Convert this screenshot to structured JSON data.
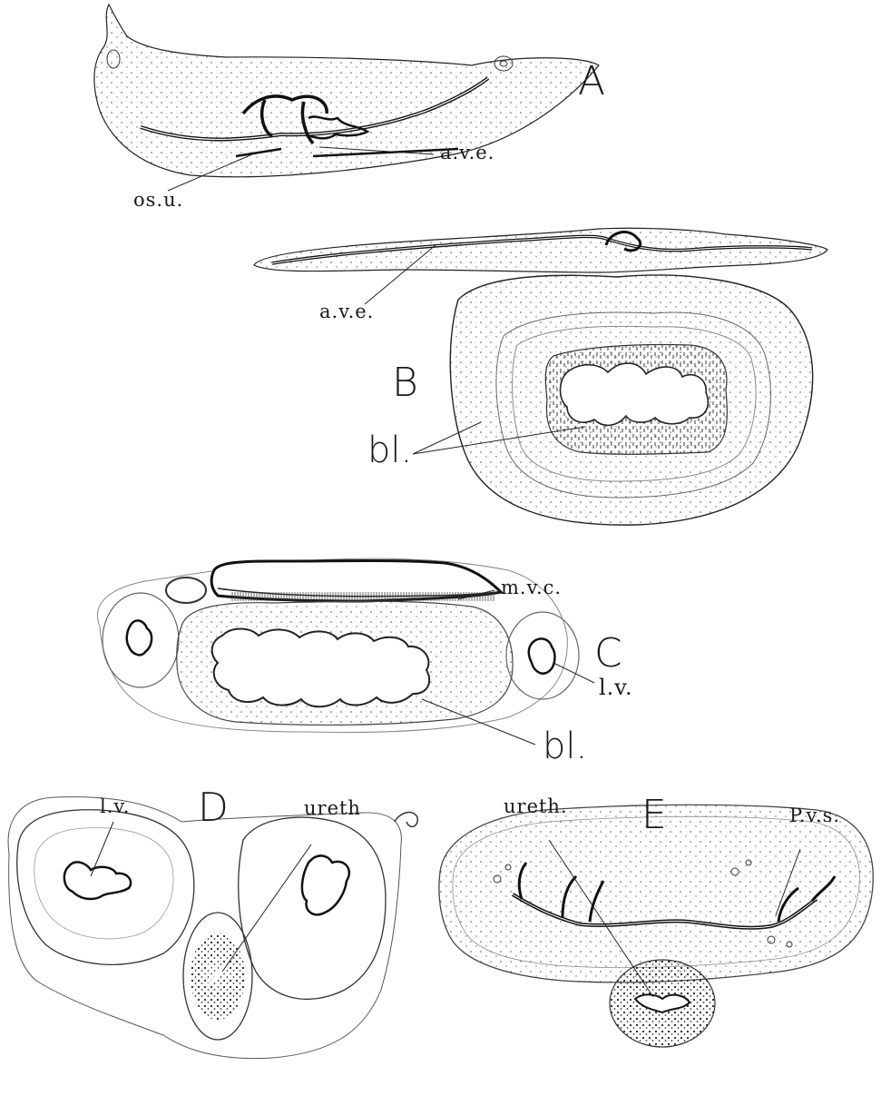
{
  "figures": {
    "A": {
      "letter": "A",
      "labels": [
        "a.v.e.",
        "os.u."
      ]
    },
    "B": {
      "letter": "B",
      "labels": [
        "a.v.e.",
        "bl."
      ]
    },
    "C": {
      "letter": "C",
      "labels": [
        "m.v.c.",
        "l.v.",
        "bl."
      ]
    },
    "D": {
      "letter": "D",
      "labels": [
        "l.v.",
        "ureth"
      ]
    },
    "E": {
      "letter": "E",
      "labels": [
        "ureth.",
        "P.v.s."
      ]
    }
  }
}
